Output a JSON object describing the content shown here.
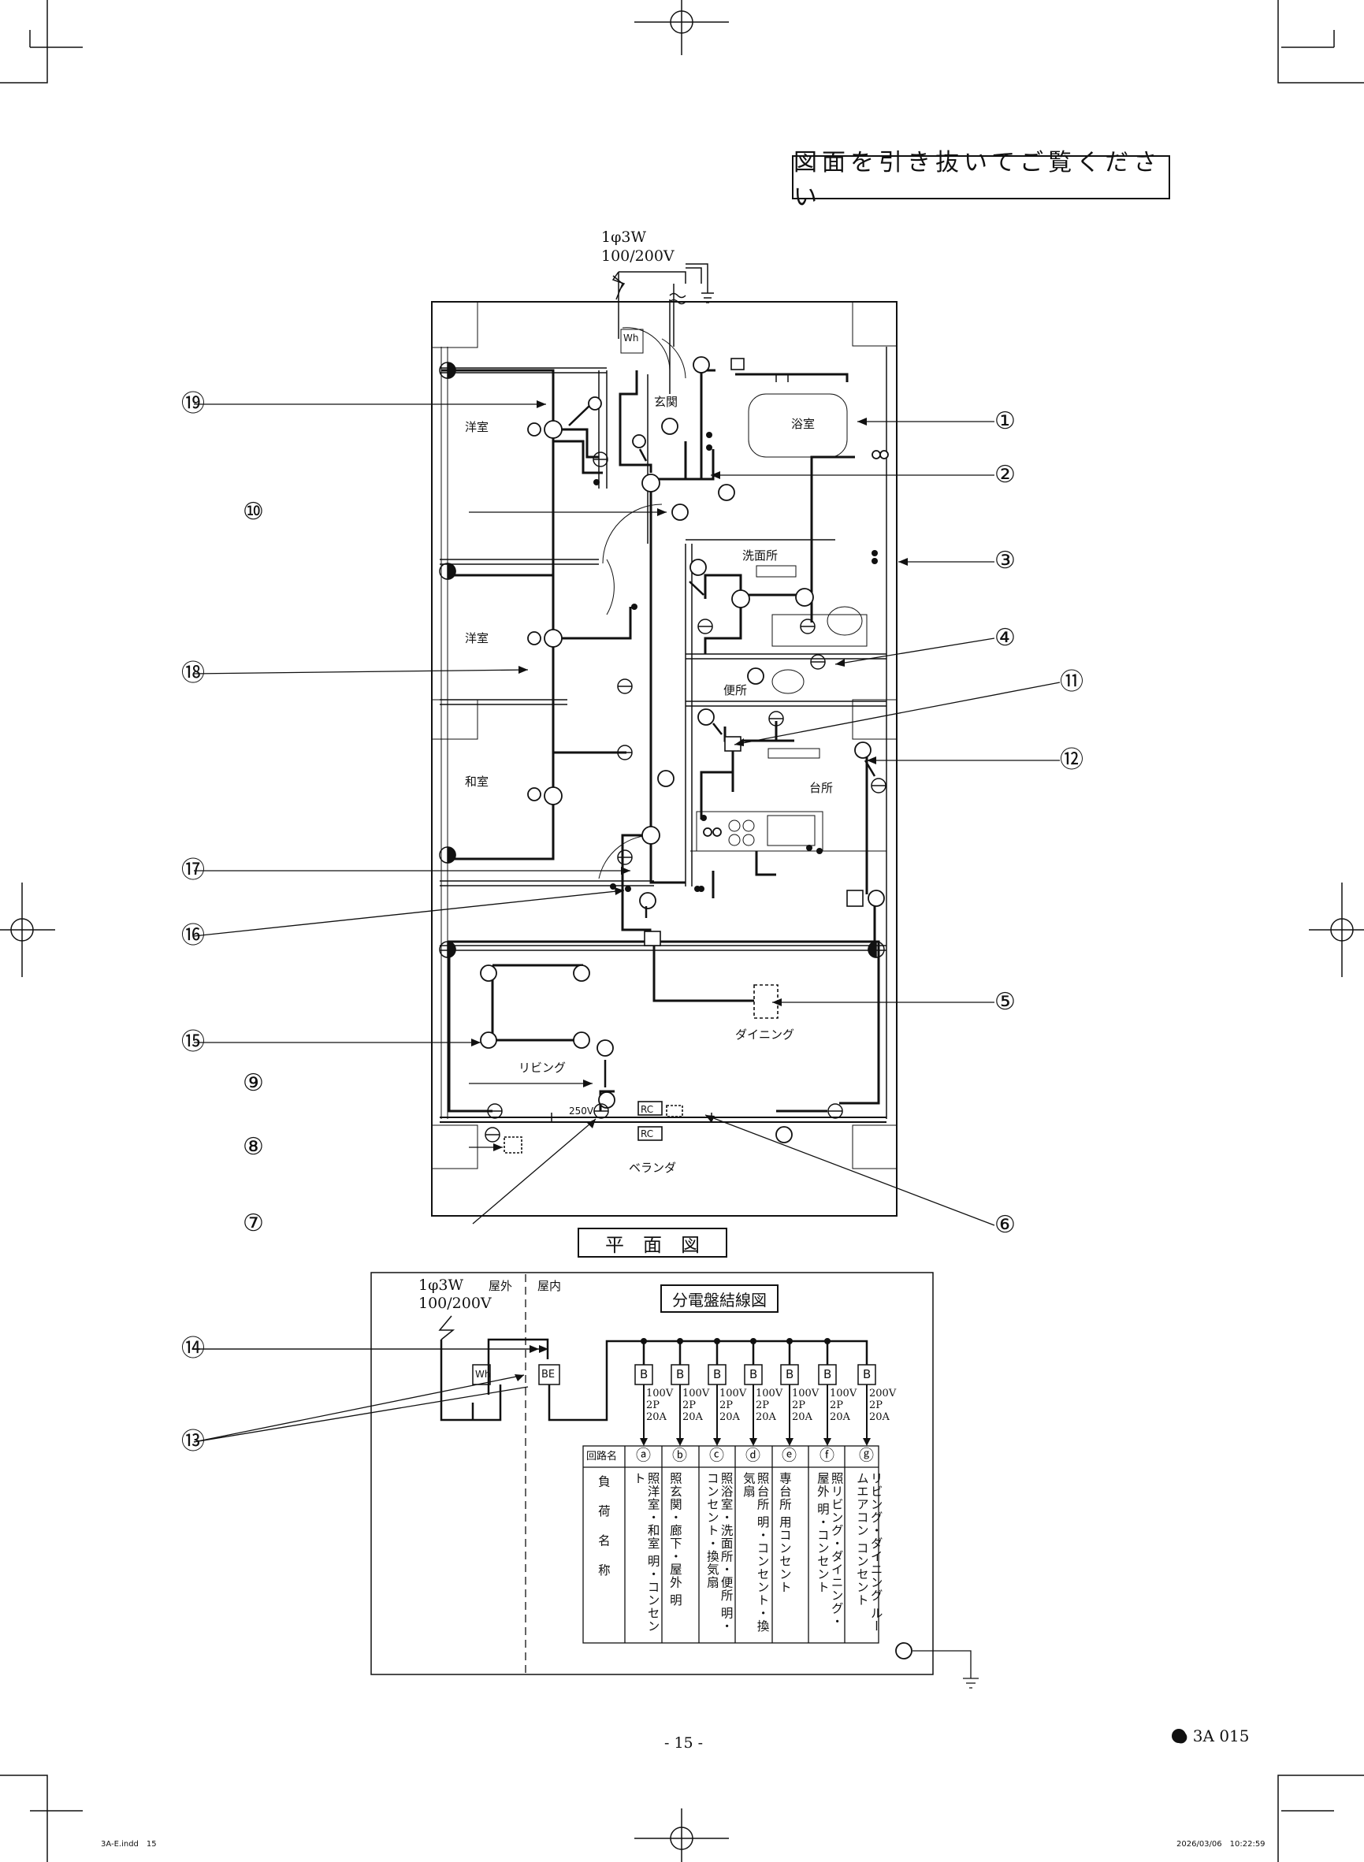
{
  "banner": "図面を引き抜いてご覧ください",
  "supply": {
    "phase": "1φ3W",
    "voltage": "100/200V"
  },
  "floorplan": {
    "caption": "平　面　図",
    "rooms": {
      "entrance": "玄関",
      "bathroom": "浴室",
      "washroom": "洗面所",
      "toilet": "便所",
      "kitchen": "台所",
      "dining": "ダイニング",
      "living": "リビング",
      "balcony": "ベランダ",
      "western1": "洋室",
      "western2": "洋室",
      "japanese": "和室"
    },
    "meter_label": "Wh",
    "rc_label": "RC",
    "voltage_250": "250V",
    "callouts": [
      "①",
      "②",
      "③",
      "④",
      "⑤",
      "⑥",
      "⑦",
      "⑧",
      "⑨",
      "⑩",
      "⑪",
      "⑫",
      "⑬",
      "⑭",
      "⑮",
      "⑯",
      "⑰",
      "⑱",
      "⑲"
    ]
  },
  "panel": {
    "title": "分電盤結線図",
    "outdoor": "屋外",
    "indoor": "屋内",
    "be_label": "BE",
    "wh_label": "Wh",
    "breaker_label": "B",
    "circuits_header": "回路名",
    "load_header": "負荷名称",
    "circuits": [
      {
        "id": "ⓐ",
        "rating": [
          "100V",
          "2P",
          "20A"
        ],
        "load": "照洋室・和室 明・コンセント"
      },
      {
        "id": "ⓑ",
        "rating": [
          "100V",
          "2P",
          "20A"
        ],
        "load": "照玄関・廊下・屋外 明"
      },
      {
        "id": "ⓒ",
        "rating": [
          "100V",
          "2P",
          "20A"
        ],
        "load": "照浴室・洗面所・便所 明・コンセント・換気扇"
      },
      {
        "id": "ⓓ",
        "rating": [
          "100V",
          "2P",
          "20A"
        ],
        "load": "照台所 明・コンセント・換気扇"
      },
      {
        "id": "ⓔ",
        "rating": [
          "100V",
          "2P",
          "20A"
        ],
        "load": "専台所 用コンセント"
      },
      {
        "id": "ⓕ",
        "rating": [
          "100V",
          "2P",
          "20A"
        ],
        "load": "照リビング・ダイニング・屋外 明・コンセント"
      },
      {
        "id": "ⓖ",
        "rating": [
          "200V",
          "2P",
          "20A"
        ],
        "load": "リビング・ダイニング ルームエアコン コンセント"
      }
    ]
  },
  "footer": {
    "page": "- 15 -",
    "code": "● 3A 015",
    "file": "3A-E.indd　15",
    "timestamp": "2026/03/06　10:22:59"
  }
}
